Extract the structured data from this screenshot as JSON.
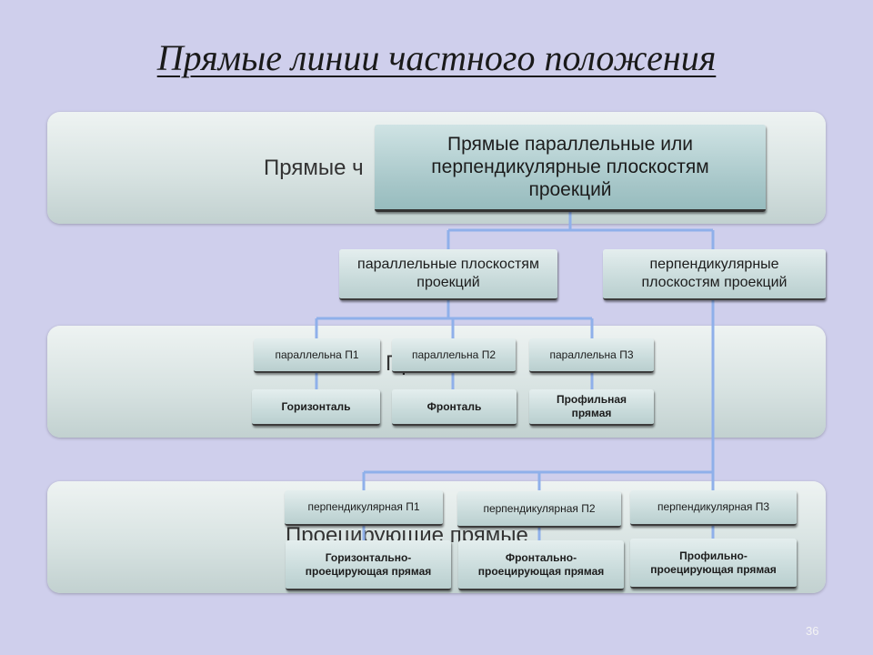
{
  "title": "Прямые линии частного положения",
  "bands": {
    "top": "Прямые ч",
    "middle": "Пр     е",
    "bottom": "Проецирующие прямые"
  },
  "root": "Прямые параллельные или перпендикулярные плоскостям проекций",
  "parallel_group": "параллельные плоскостям проекций",
  "perpendicular_group": "перпендикулярные плоскостям проекций",
  "parallel": [
    {
      "condition": "параллельна П1",
      "name": "Горизонталь"
    },
    {
      "condition": "параллельна П2",
      "name": "Фронталь"
    },
    {
      "condition": "параллельна П3",
      "name": "Профильная прямая"
    }
  ],
  "perpendicular": [
    {
      "condition": "перпендикулярная П1",
      "name": "Горизонтально-проецирующая прямая"
    },
    {
      "condition": "перпендикулярная П2",
      "name": "Фронтально-проецирующая прямая"
    },
    {
      "condition": "перпендикулярная П3",
      "name": "Профильно-проецирующая прямая"
    }
  ],
  "page_number": "36",
  "colors": {
    "background": "#cfcfec",
    "connector": "#8fb0ea",
    "box": "#c9dbdb"
  }
}
